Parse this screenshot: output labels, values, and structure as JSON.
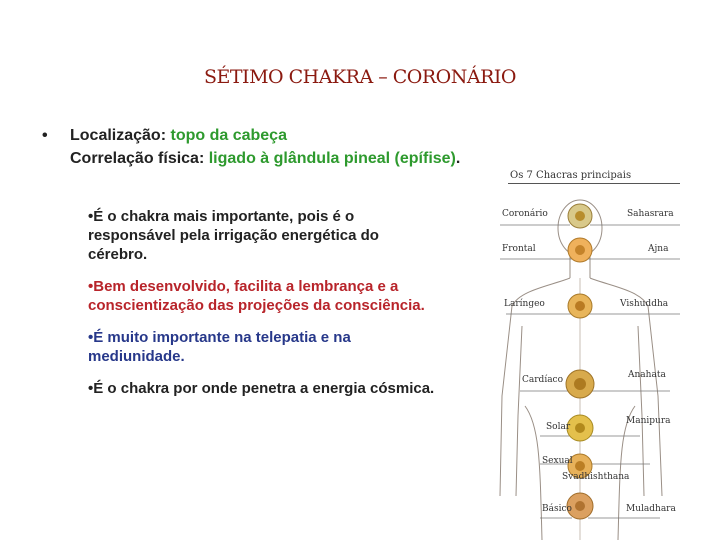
{
  "title": "SÉTIMO CHAKRA – CORONÁRIO",
  "main": {
    "bullet_char": "•",
    "location_label": "Localização: ",
    "location_value": "topo da cabeça",
    "correlation_label": "Correlação física: ",
    "correlation_value": "ligado à glândula pineal (epífise)",
    "correlation_end": "."
  },
  "subpoints": [
    "•É o chakra mais importante, pois é o responsável pela irrigação energética do cérebro.",
    "•Bem desenvolvido, facilita a lembrança e a conscientização das projeções da consciência.",
    "•É muito importante na telepatia e na mediunidade.",
    "•É o chakra por onde penetra a energia cósmica."
  ],
  "diagram": {
    "title": "Os 7 Chacras principais",
    "chakras": [
      {
        "pt": "Coronário",
        "sanskrit": "Sahasrara",
        "color": "#c7b56a"
      },
      {
        "pt": "Frontal",
        "sanskrit": "Ajna",
        "color": "#e0a84a"
      },
      {
        "pt": "Laríngeo",
        "sanskrit": "Vishuddha",
        "color": "#dca24b"
      },
      {
        "pt": "Cardíaco",
        "sanskrit": "Anahata",
        "color": "#c99a3d"
      },
      {
        "pt": "Solar",
        "sanskrit": "Manipura",
        "color": "#d8b23c"
      },
      {
        "pt": "Sexual",
        "sanskrit": "Svadhishthana",
        "color": "#d9a54a"
      },
      {
        "pt": "Básico",
        "sanskrit": "Muladhara",
        "color": "#c89050"
      }
    ]
  },
  "colors": {
    "title": "#8b1a10",
    "green": "#2e9a2e",
    "red": "#b8242a",
    "blue": "#27388a"
  }
}
